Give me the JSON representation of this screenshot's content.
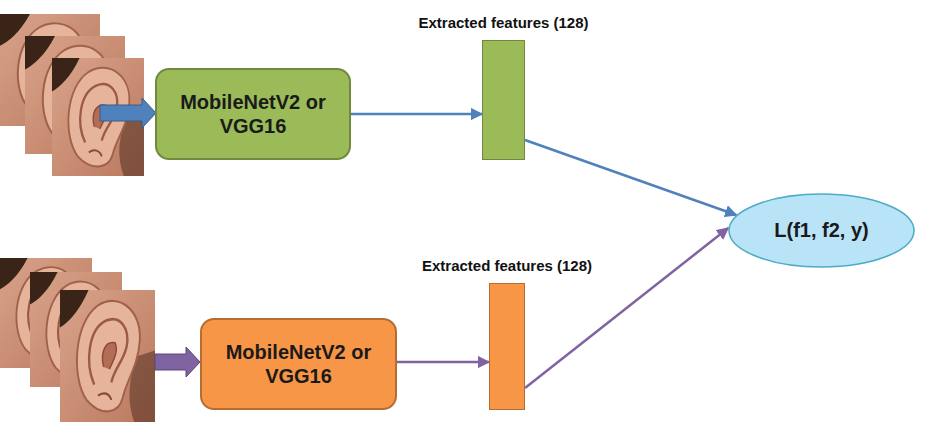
{
  "diagram": {
    "nodes": [
      {
        "text": [
          "MobileNetV2 or VGG16"
        ]
      },
      {
        "text": [
          "Extracted features (128)"
        ]
      },
      {
        "text": [
          "MobileNetV2 or VGG16"
        ]
      },
      {
        "text": [
          "Extracted features (128)"
        ]
      },
      {
        "text": [
          "L(f1, f2, y)"
        ]
      }
    ],
    "edges": [
      {
        "from": 0,
        "to": 1,
        "arrow": "to"
      },
      {
        "from": 1,
        "to": 4,
        "arrow": "to"
      },
      {
        "from": 2,
        "to": 3,
        "arrow": "to"
      },
      {
        "from": 3,
        "to": 4,
        "arrow": "to"
      }
    ]
  }
}
